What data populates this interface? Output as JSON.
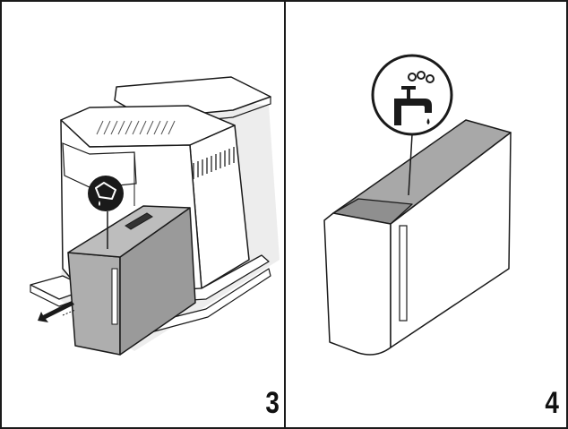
{
  "panels": [
    {
      "number": "3",
      "illustration": "coffee-machine-removing-water-tank",
      "icons": [
        "water-tank-icon",
        "pull-arrow-icon"
      ]
    },
    {
      "number": "4",
      "illustration": "water-tank-detail",
      "icons": [
        "water-tap-icon"
      ]
    }
  ],
  "colors": {
    "outline": "#1a1a1a",
    "tank_gray": "#aeaeae",
    "tank_dark": "#8c8c8c",
    "shadow": "#e2e2e2",
    "machine_white": "#ffffff"
  }
}
